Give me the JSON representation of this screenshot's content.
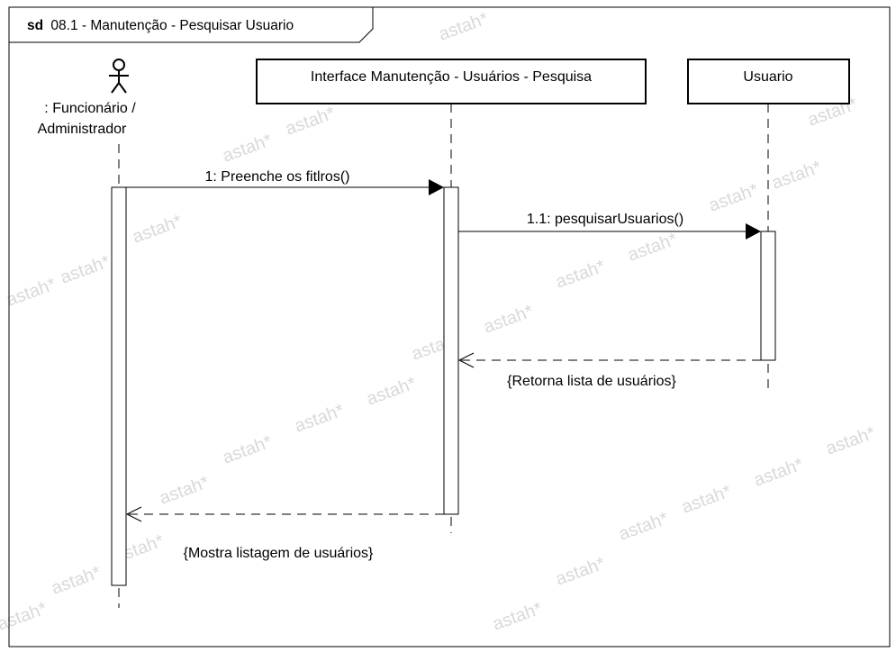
{
  "frame": {
    "keyword": "sd",
    "title": "08.1 - Manutenção - Pesquisar Usuario"
  },
  "actor": {
    "line1": ": Funcionário /",
    "line2": "Administrador"
  },
  "lifelines": {
    "interface": "Interface Manutenção - Usuários - Pesquisa",
    "usuario": "Usuario"
  },
  "messages": {
    "m1": "1: Preenche os fitlros()",
    "m2": "1.1: pesquisarUsuarios()",
    "r1": "{Retorna lista de usuários}",
    "r2": "{Mostra listagem de usuários}"
  },
  "watermark": "astah*",
  "colors": {
    "stroke": "#000000",
    "watermark": "#d9d9d9",
    "background": "#ffffff"
  }
}
